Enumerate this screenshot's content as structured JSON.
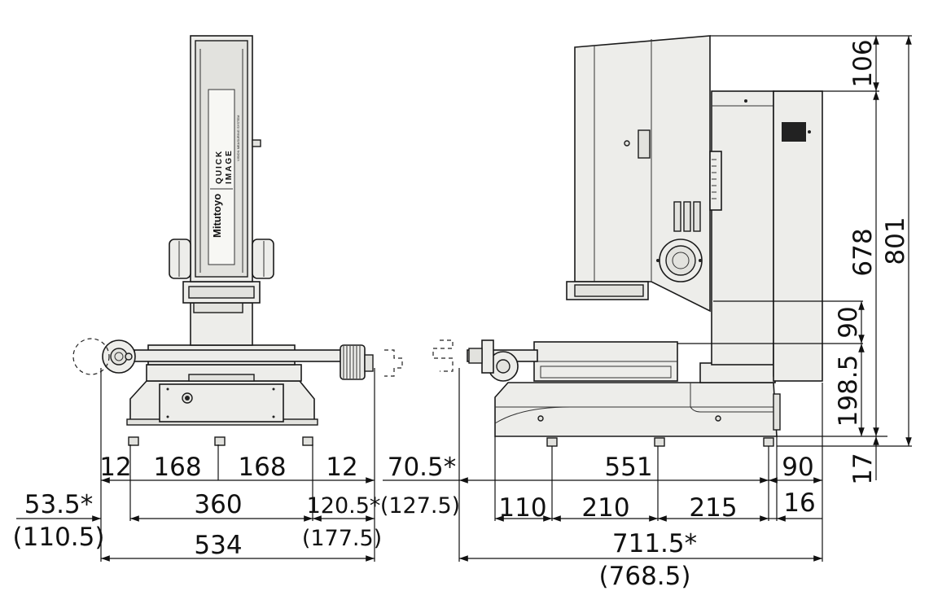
{
  "front_view": {
    "logo": "Mitutoyo",
    "column_label_top": "QUICK",
    "column_label_bottom": "IMAGE",
    "column_small_text": "VISION MEASURING SYSTEM",
    "dim_12_left": "12",
    "dim_168_a": "168",
    "dim_168_b": "168",
    "dim_12_right": "12",
    "dim_53_5": "53.5*",
    "dim_110_5": "(110.5)",
    "dim_360": "360",
    "dim_120_5": "120.5*",
    "dim_177_5": "(177.5)",
    "dim_534": "534"
  },
  "side_view": {
    "dim_70_5": "70.5*",
    "dim_127_5": "(127.5)",
    "dim_551": "551",
    "dim_90_bottom": "90",
    "dim_110": "110",
    "dim_210": "210",
    "dim_215": "215",
    "dim_16": "16",
    "dim_711_5": "711.5*",
    "dim_768_5": "(768.5)",
    "dim_106": "106",
    "dim_678": "678",
    "dim_801": "801",
    "dim_90_side": "90",
    "dim_198_5": "198.5",
    "dim_17": "17"
  }
}
